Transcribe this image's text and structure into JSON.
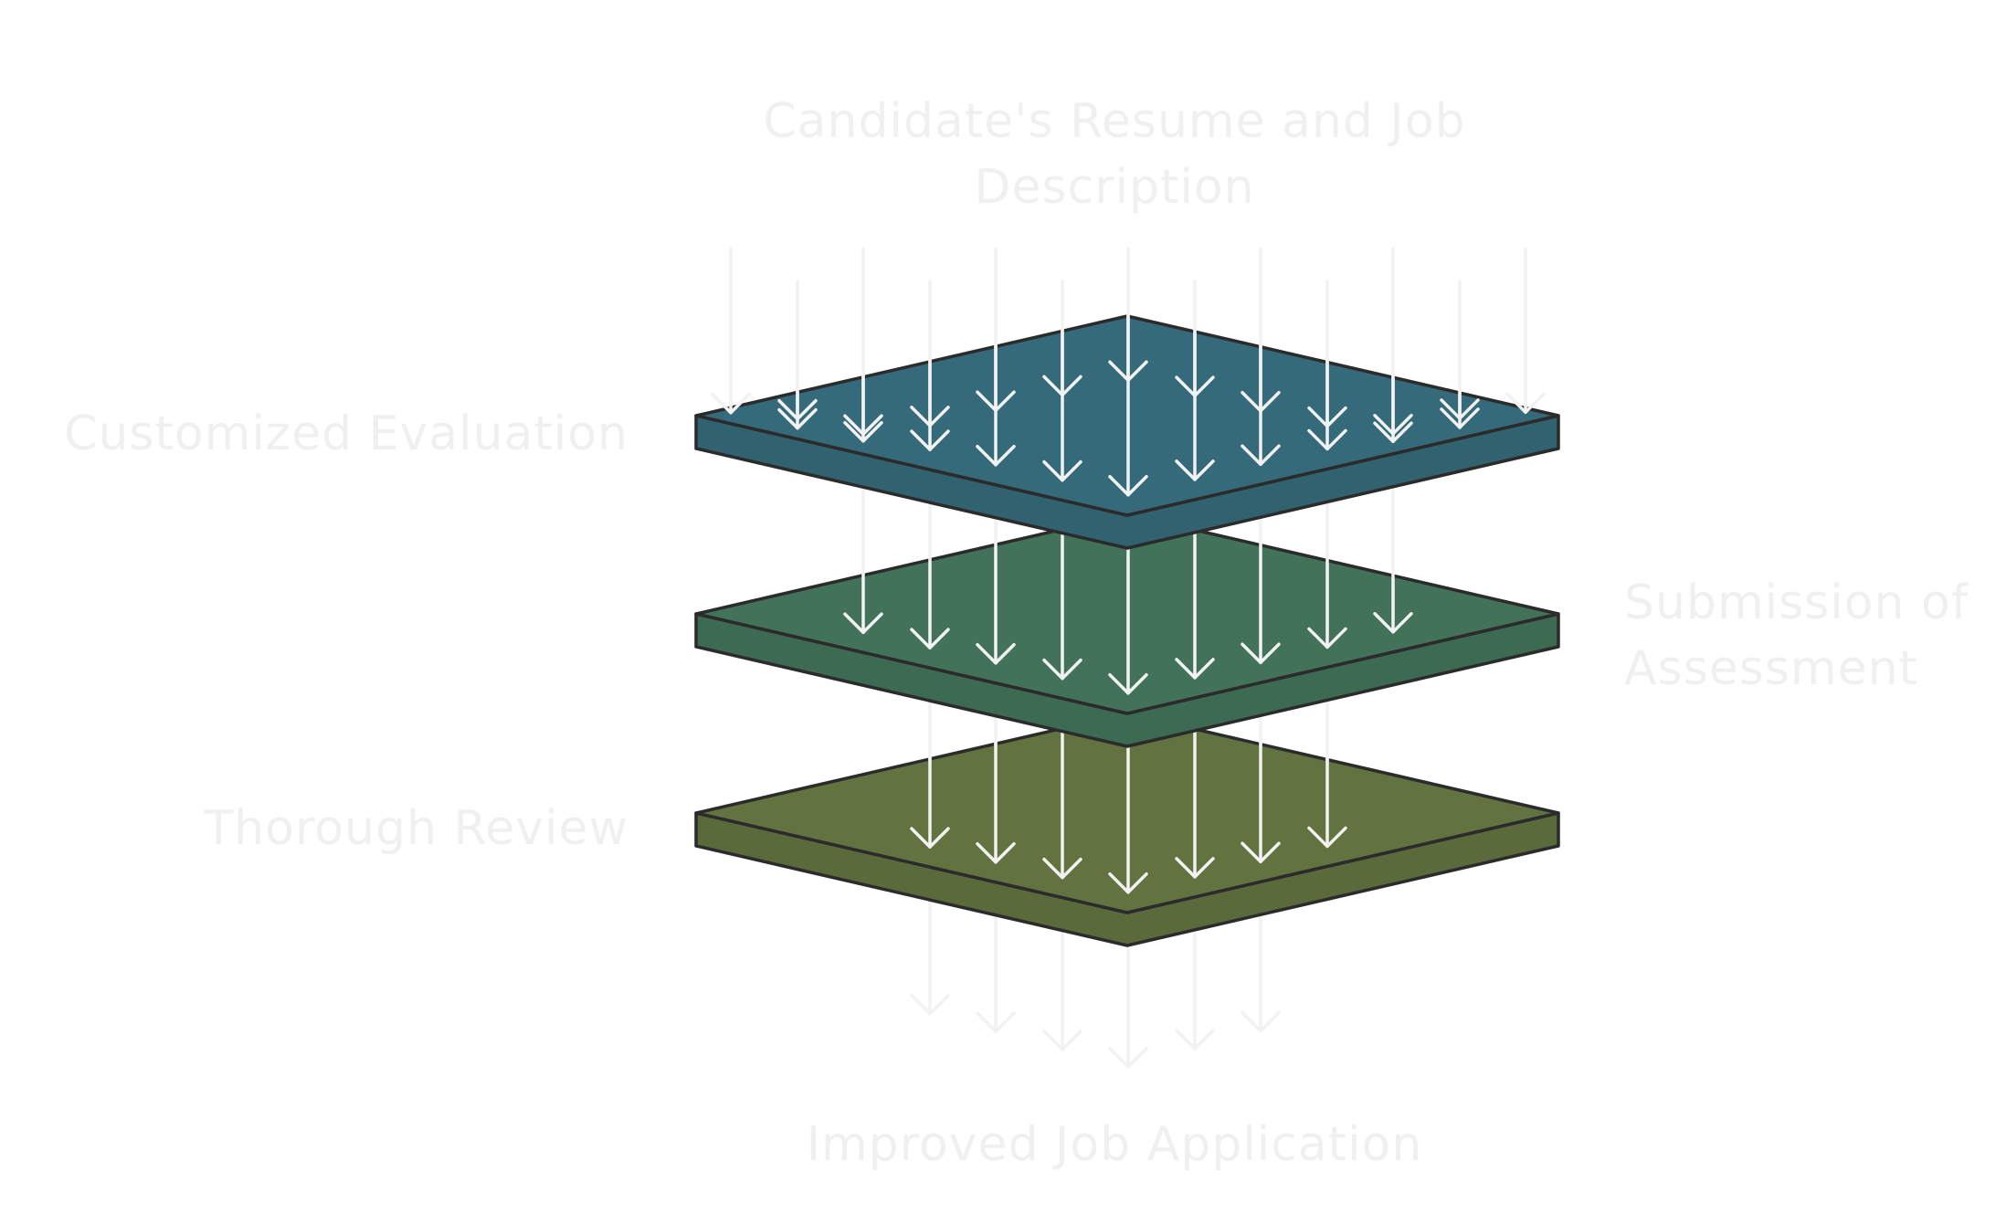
{
  "diagram": {
    "input_label": {
      "line1": "Candidate's Resume and Job",
      "line2": "Description"
    },
    "layers": [
      {
        "label": "Customized Evaluation",
        "color": "#356a7a"
      },
      {
        "label_line1": "Submission of",
        "label_line2": "Assessment",
        "color": "#42735a"
      },
      {
        "label": "Thorough Review",
        "color": "#627340"
      }
    ],
    "output_label": "Improved Job Application",
    "colors": {
      "outline": "#2b2b2b",
      "arrow": "#f2f2f2",
      "label_text": "#f0f0f0",
      "background": "#ffffff"
    }
  }
}
